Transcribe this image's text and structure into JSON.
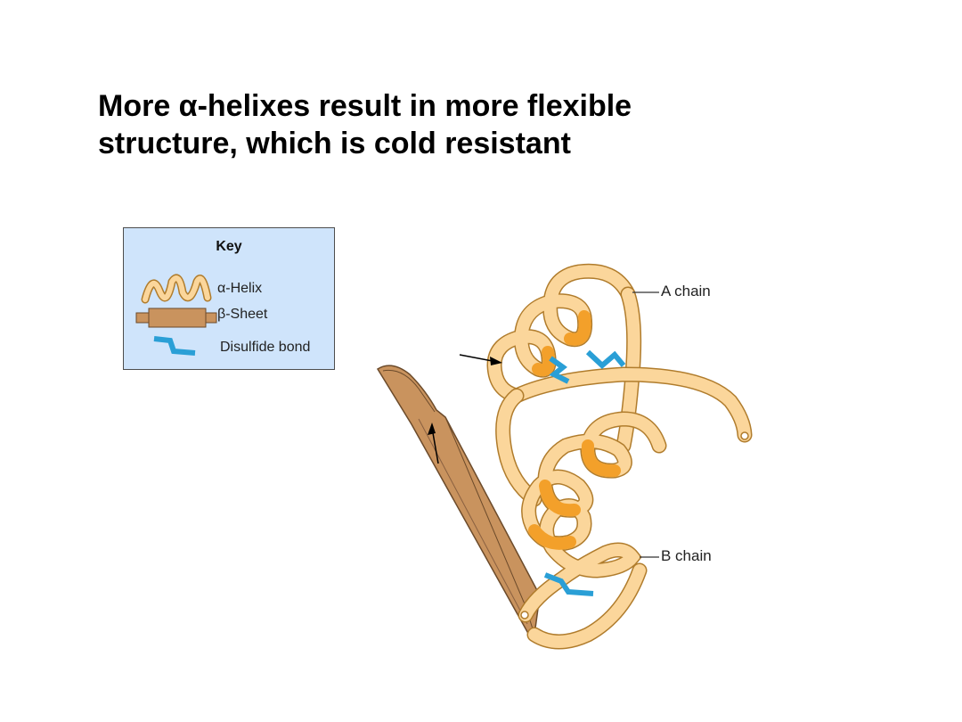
{
  "title": {
    "line1": "More α-helixes result in more flexible",
    "line2": "structure, which is cold resistant"
  },
  "key": {
    "title": "Key",
    "items": [
      {
        "label": "α-Helix",
        "icon": "alpha-helix-icon"
      },
      {
        "label": "β-Sheet",
        "icon": "beta-sheet-icon"
      },
      {
        "label": "Disulfide bond",
        "icon": "disulfide-bond-icon"
      }
    ]
  },
  "labels": {
    "a_chain": "A chain",
    "b_chain": "B chain"
  },
  "colors": {
    "ribbon": "#fbd69b",
    "ribbon_edge": "#b07c2c",
    "helix_inner": "#f3a02a",
    "sheet": "#c9935e",
    "disulfide": "#2a9fd6",
    "key_bg": "#cfe4fb"
  }
}
